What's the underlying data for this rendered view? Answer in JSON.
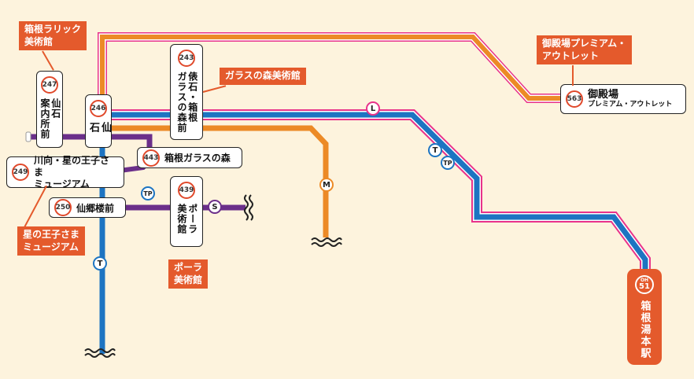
{
  "colors": {
    "background": "#fdf3dd",
    "callout": "#e45a2c",
    "orange_line": "#ec8a26",
    "blue_line": "#1d74c2",
    "pink_line": "#e8328a",
    "purple_line": "#6b2f8a",
    "stop_number_ring": "#e0492b"
  },
  "routes": [
    {
      "id": "L",
      "color": "#e8328a",
      "label": "L"
    },
    {
      "id": "T",
      "color": "#1d74c2",
      "label": "T"
    },
    {
      "id": "TP",
      "color": "#1d74c2",
      "label": "TP"
    },
    {
      "id": "M",
      "color": "#ec8a26",
      "label": "M"
    },
    {
      "id": "S",
      "color": "#6b2f8a",
      "label": "S"
    }
  ],
  "stops": {
    "s247": {
      "number": "247",
      "name": "仙石\n案内所前"
    },
    "s246": {
      "number": "246",
      "name": "仙石"
    },
    "s243": {
      "number": "243",
      "name": "俵石・箱根\nガラスの森前"
    },
    "s443": {
      "number": "443",
      "name": "箱根ガラスの森"
    },
    "s249": {
      "number": "249",
      "name": "川向・星の王子さま",
      "name2": "ミュージアム"
    },
    "s250": {
      "number": "250",
      "name": "仙郷楼前"
    },
    "s439": {
      "number": "439",
      "name": "ポーラ\n美術館"
    },
    "s563": {
      "number": "563",
      "name": "御殿場",
      "name2": "プレミアム・アウトレット"
    }
  },
  "terminal": {
    "line_code": "OH",
    "number": "51",
    "name": "箱根湯本駅"
  },
  "callouts": {
    "lalique": "箱根ラリック\n美術館",
    "glass_forest": "ガラスの森美術館",
    "gotemba": "御殿場プレミアム・\nアウトレット",
    "little_prince": "星の王子さま\nミュージアム",
    "pola": "ポーラ\n美術館"
  }
}
